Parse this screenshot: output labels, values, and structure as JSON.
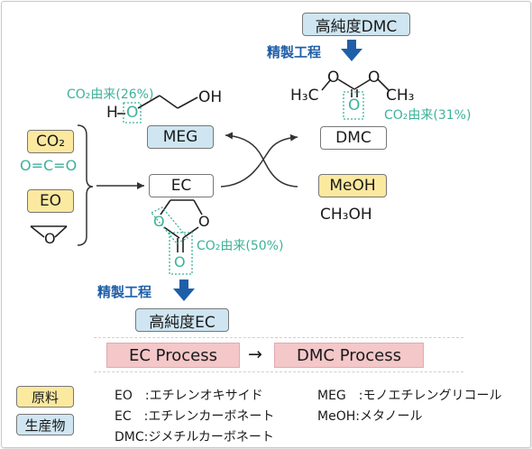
{
  "top_product": "高純度DMC",
  "top_refine": "精製工程",
  "bottom_product": "高純度EC",
  "bottom_refine": "精製工程",
  "co2_label": "CO₂",
  "co2_formula": "O=C=O",
  "eo_label": "EO",
  "meg_label": "MEG",
  "ec_label": "EC",
  "dmc_label": "DMC",
  "meoh_label": "MeOH",
  "meoh_formula": "CH₃OH",
  "meg_note": "CO₂由来(26%)",
  "dmc_note": "CO₂由来(31%)",
  "ec_note": "CO₂由来(50%)",
  "atoms": {
    "h": "H",
    "o": "O",
    "oh": "OH",
    "h3c": "H₃C",
    "ch3": "CH₃",
    "o1": "O",
    "o2": "O",
    "o3": "O",
    "ec_o1": "O",
    "ec_o2": "O",
    "ec_o3": "O",
    "eo_o": "O"
  },
  "process": {
    "ec": "EC Process",
    "arrow": "→",
    "dmc": "DMC Process"
  },
  "legend": {
    "raw": "原料",
    "product": "生産物",
    "left": [
      "EO　:エチレンオキサイド",
      "EC　:エチレンカーボネート",
      "DMC:ジメチルカーボネート"
    ],
    "right": [
      "MEG　:モノエチレングリコール",
      "MeOH:メタノール"
    ]
  },
  "colors": {
    "blue_box": "#cfe6f2",
    "yellow_box": "#fbe9a0",
    "pink_box": "#f4c7c9",
    "green": "#3cb29a",
    "arrow_blue": "#1f5fa8"
  }
}
